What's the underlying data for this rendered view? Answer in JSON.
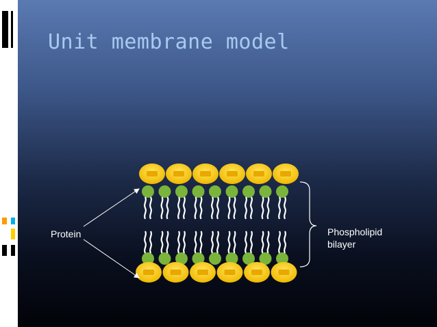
{
  "slide": {
    "title": "Unit membrane model"
  },
  "diagram": {
    "left_label": "Protein",
    "right_label_line1": "Phospholipid",
    "right_label_line2": "bilayer"
  },
  "colors": {
    "background_top": "#5a7ab2",
    "background_bottom": "#020308",
    "title": "#a9c9f0",
    "protein_fill": "#f5c400",
    "protein_core": "#e8a800",
    "lipid_head": "#7ab43a",
    "lipid_tail": "#ffffff"
  }
}
